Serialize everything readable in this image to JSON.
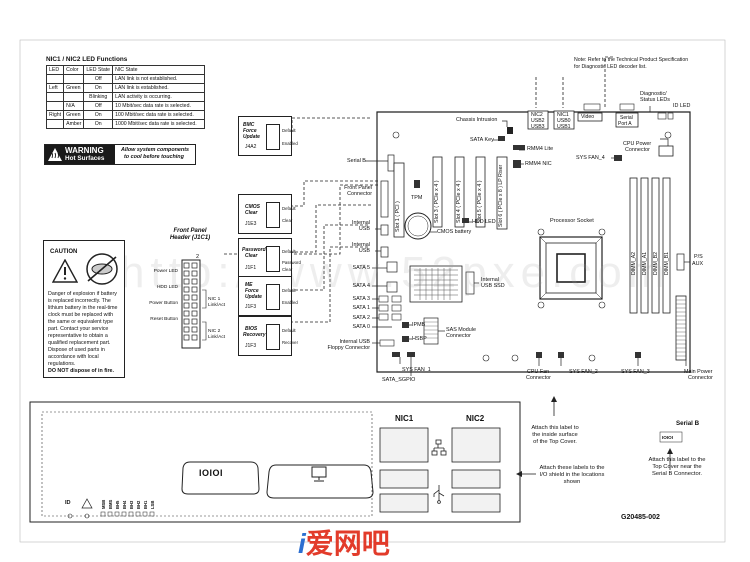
{
  "led_functions": {
    "title": "NIC1 / NIC2 LED Functions",
    "headers": [
      "LED",
      "Color",
      "LED State",
      "NIC State"
    ],
    "rows": [
      [
        "",
        "",
        "Off",
        "LAN link is not established."
      ],
      [
        "Left",
        "Green",
        "On",
        "LAN link is established."
      ],
      [
        "",
        "",
        "Blinking",
        "LAN activity is occurring."
      ],
      [
        "",
        "N/A",
        "Off",
        "10 Mbit/sec data rate is selected."
      ],
      [
        "Right",
        "Green",
        "On",
        "100 Mbit/sec data rate is selected."
      ],
      [
        "",
        "Amber",
        "On",
        "1000 Mbit/sec data rate is selected."
      ]
    ]
  },
  "note": {
    "line1": "Note: Refer to the Technical Product Specification",
    "line2": "for Diagnostic LED decoder list."
  },
  "warning": {
    "title": "WARNING",
    "subtitle": "Hot Surfaces",
    "text1": "Allow system components",
    "text2": "to cool before touching"
  },
  "caution": {
    "title": "CAUTION",
    "lines": [
      "Danger of explosion if battery",
      "is replaced incorrectly. The",
      "lithium battery in the real-time",
      "clock must be replaced with",
      "the same or equivalent type",
      "part. Contact your service",
      "representative to obtain a",
      "qualified replacement part.",
      "Dispose of used parts in",
      "accordance with local",
      "regulations."
    ],
    "last": "DO NOT dispose of in fire."
  },
  "front_panel_header": {
    "title1": "Front Panel",
    "title2": "Header (J1C1)",
    "pin_top": "2",
    "left_labels": [
      "Power LED",
      "HDD LED",
      "Power Button",
      "Reset Button"
    ],
    "nic1": "NIC 1",
    "nic1_sub": "Link/Act",
    "nic2": "NIC 2",
    "nic2_sub": "Link/Act"
  },
  "jumpers": [
    {
      "name1": "BMC",
      "name2": "Force",
      "name3": "Update",
      "id": "J4A2",
      "opt1": "Default",
      "opt2": "Enabled"
    },
    {
      "name1": "CMOS",
      "name2": "Clear",
      "name3": "",
      "id": "J1E3",
      "opt1": "Default",
      "opt2": "Clear"
    },
    {
      "name1": "Password",
      "name2": "Clear",
      "name3": "",
      "id": "J1F1",
      "opt1": "Default",
      "opt2": "Password Clear"
    },
    {
      "name1": "ME",
      "name2": "Force",
      "name3": "Update",
      "id": "J1F3",
      "opt1": "Default",
      "opt2": "Enabled"
    },
    {
      "name1": "BIOS",
      "name2": "Recovery",
      "name3": "",
      "id": "J1F3",
      "opt1": "Default",
      "opt2": "Recover"
    }
  ],
  "board_labels": {
    "chassis_intrusion": "Chassis Intrusion",
    "nic2": "NIC2",
    "usb2": "USB2",
    "usb3": "USB3",
    "nic1": "NIC1",
    "usb0": "USB0",
    "usb1": "USB1",
    "video": "Video",
    "serial_a1": "Serial",
    "serial_a2": "Port A",
    "diag1": "Diagnostic/",
    "diag2": "Status LEDs",
    "id_led": "ID LED",
    "sata_key": "SATA Key",
    "rmm4_lite": "RMM4 Lite",
    "rmm4_nic": "RMM4 NIC",
    "sys_fan_4": "SYS FAN_4",
    "cpu_power1": "CPU Power",
    "cpu_power2": "Connector",
    "serial_b": "Serial B",
    "front_panel1": "Front Panel",
    "front_panel2": "Connector",
    "slot1": "Slot 1 ( PCI )",
    "slot3": "Slot 3 ( PCIe x 4 )",
    "slot4": "Slot 4 ( PCIe x 4 )",
    "slot5": "Slot 5 ( PCIe x 4 )",
    "slot6": "Slot 6 ( PCIe x 8 ) LP Riser",
    "tpm": "TPM",
    "hdd_led": "HDD LED",
    "cmos_battery": "CMOS battery",
    "internal_usb1a": "Internal",
    "internal_usb1b": "USB",
    "internal_usb2a": "Internal",
    "internal_usb2b": "USB",
    "processor_socket": "Processor Socket",
    "dimm_a2": "DIMM_A2",
    "dimm_a1": "DIMM_A1",
    "dimm_b2": "DIMM_B2",
    "dimm_b1": "DIMM_B1",
    "ps_aux1": "P/S",
    "ps_aux2": "AUX",
    "sata5": "SATA 5",
    "sata4": "SATA 4",
    "sata3": "SATA 3",
    "sata1": "SATA 1",
    "sata2": "SATA 2",
    "sata0": "SATA 0",
    "internal_usb_ssd1": "Internal",
    "internal_usb_ssd2": "USB SSD",
    "ipmb": "IPMB",
    "hsbp": "HSBP",
    "sas_module1": "SAS Module",
    "sas_module2": "Connector",
    "internal_usb_floppy1": "Internal USB",
    "internal_usb_floppy2": "Floppy Connector",
    "sys_fan_1": "SYS FAN_1",
    "sata_sgpio": "SATA_SGPIO",
    "cpu_fan1": "CPU Fan",
    "cpu_fan2": "Connector",
    "sys_fan_2": "SYS FAN_2",
    "sys_fan_3": "SYS FAN_3",
    "main_power1": "Main Power",
    "main_power2": "Connector"
  },
  "io_panel": {
    "nic1": "NIC1",
    "nic2": "NIC2",
    "serial_glyph": "IOIOI",
    "id": "ID",
    "usb_labels": [
      "MSB",
      "BMS",
      "BH5",
      "BH4",
      "BH3",
      "BH2",
      "BH1",
      "LSB"
    ]
  },
  "attach": {
    "top1": "Attach this label to",
    "top2": "the inside surface",
    "top3": "of the Top Cover.",
    "io1": "Attach these labels to the",
    "io2": "I/O shield in the locations",
    "io3": "shown",
    "serialb_title": "Serial B",
    "serialb_glyph": "IOIOI",
    "serialb1": "Attach this label to the",
    "serialb2": "Top Cover near the",
    "serialb3": "Serial B Connector."
  },
  "part_number": "G20485-002",
  "watermark": "http://www.52pxe.com",
  "logo": {
    "i": "i",
    "text": "爱网吧"
  }
}
